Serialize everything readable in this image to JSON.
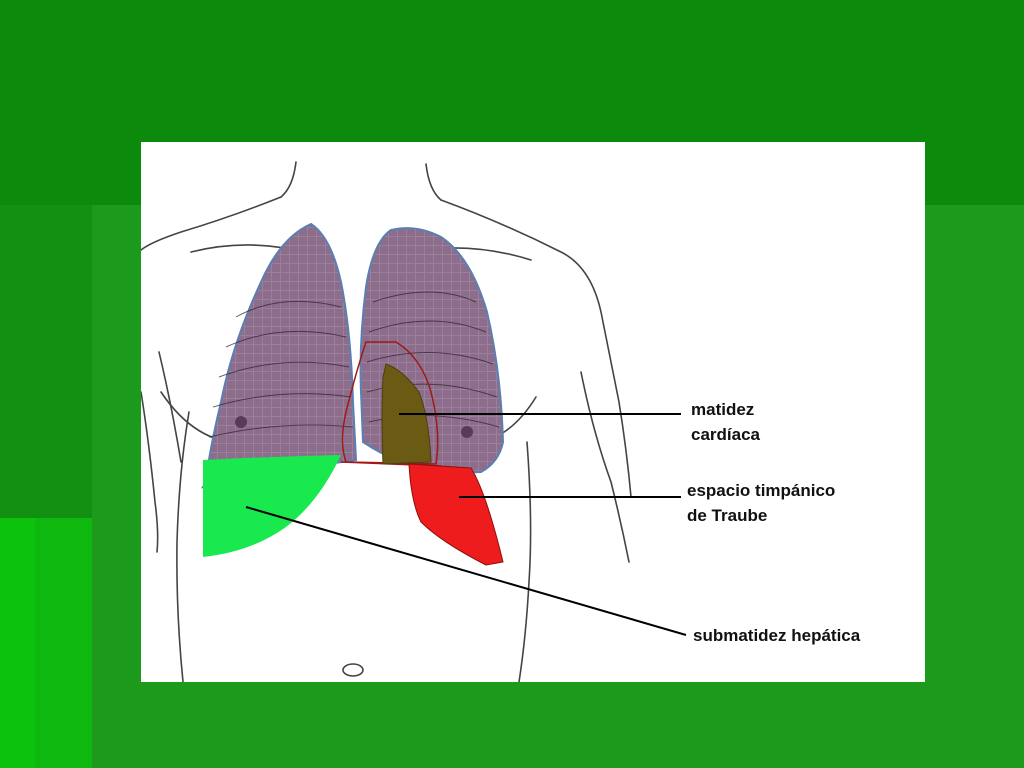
{
  "colors": {
    "slide_background": "#0a8a0a",
    "lungs": "#8c6e8c",
    "cardiac_dullness": "#6b5a14",
    "hepatic_submatidez": "#19e84f",
    "traube_space": "#ee1c1c",
    "leader_line": "#000000"
  },
  "labels": {
    "cardiac": {
      "line1": "matidez",
      "line2": "cardíaca"
    },
    "traube": {
      "line1": "espacio timpánico",
      "line2": "de Traube"
    },
    "hepatic": {
      "line1": "submatidez hepática"
    }
  }
}
